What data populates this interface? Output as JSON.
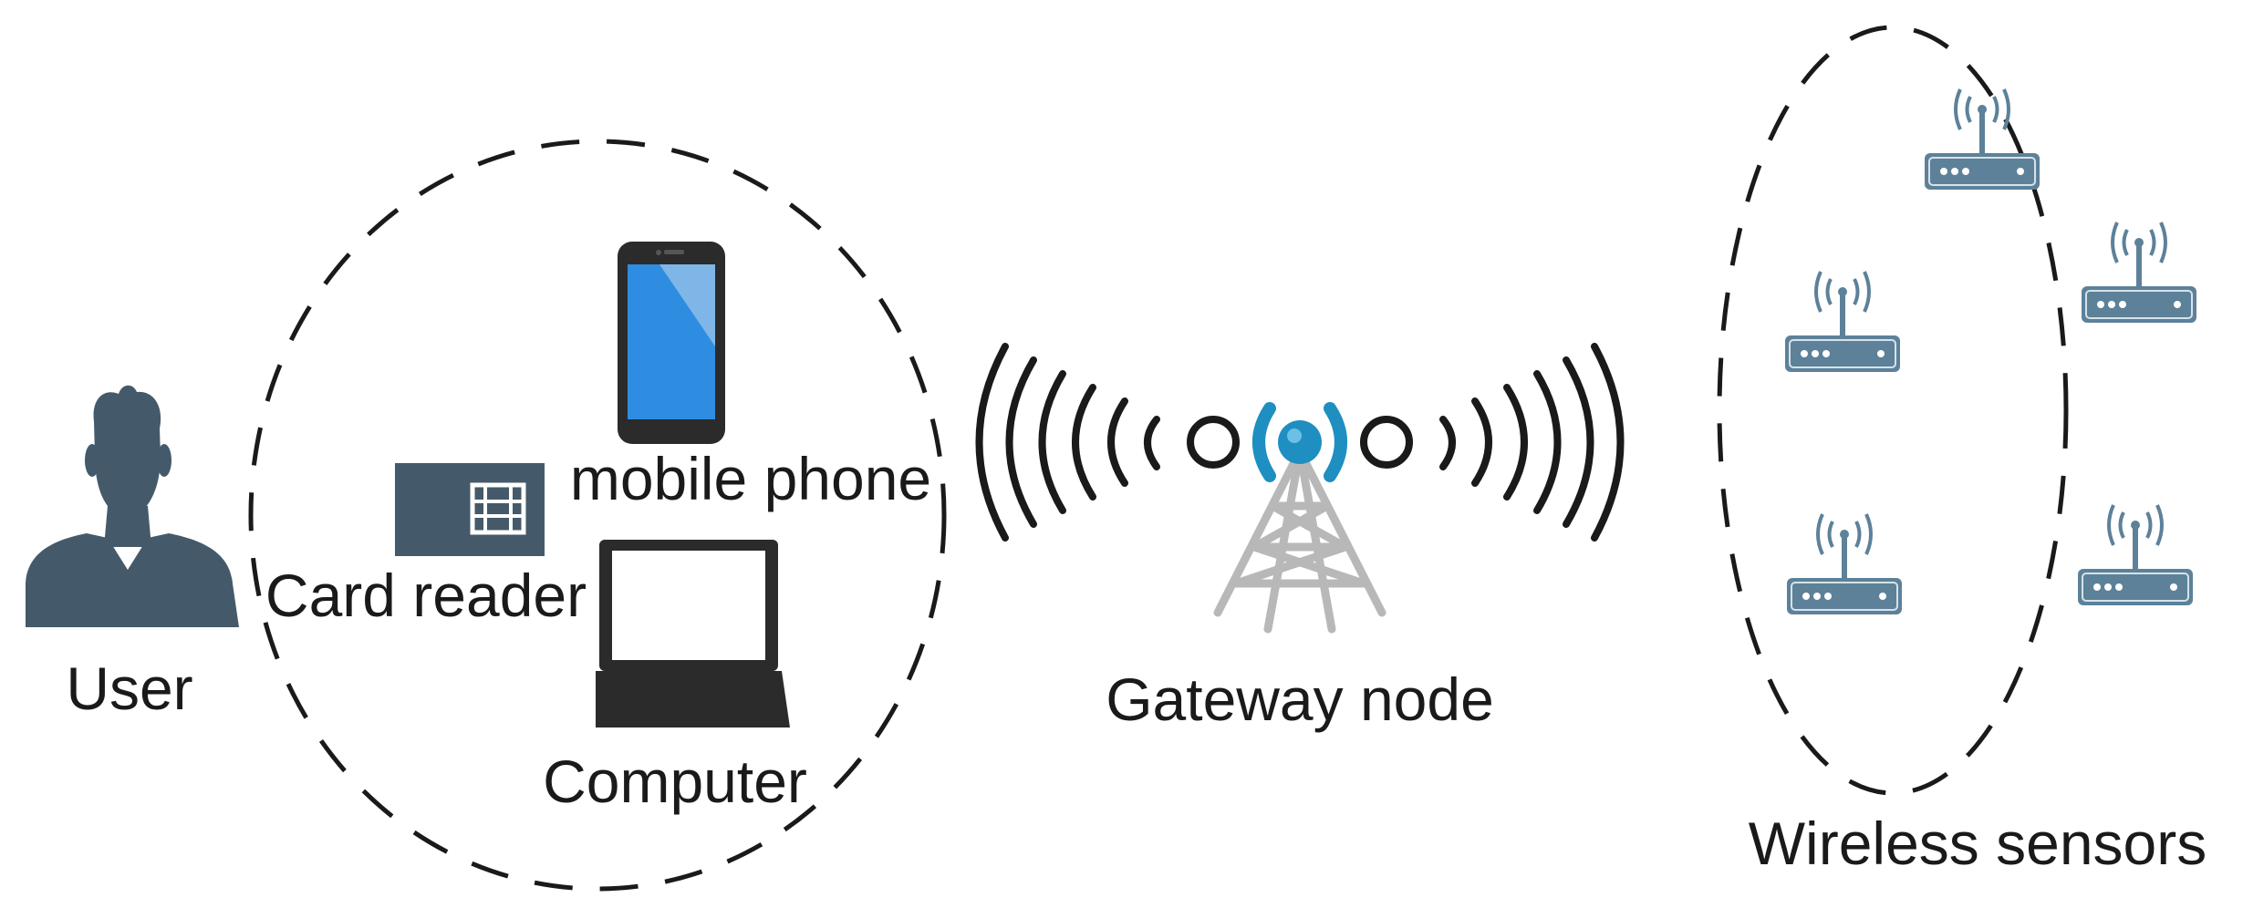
{
  "labels": {
    "user": "User",
    "card_reader": "Card reader",
    "mobile_phone": "mobile phone",
    "computer": "Computer",
    "gateway_node": "Gateway node",
    "wireless_sensors": "Wireless sensors"
  },
  "icons": {
    "user": "user-silhouette-icon",
    "card_reader": "card-reader-icon",
    "mobile_phone": "smartphone-icon",
    "computer": "laptop-icon",
    "gateway": "radio-tower-icon",
    "sensor": "wireless-router-icon"
  },
  "colors": {
    "user_silhouette": "#445a6a",
    "card_reader": "#445a6a",
    "phone_screen": "#2e8de0",
    "phone_body": "#2b2b2b",
    "tower": "#b8b8b8",
    "tower_accent": "#1e8fc0",
    "sensor": "#5d8199",
    "dashed_line": "#1a1a1a"
  },
  "sensor_count": 5
}
